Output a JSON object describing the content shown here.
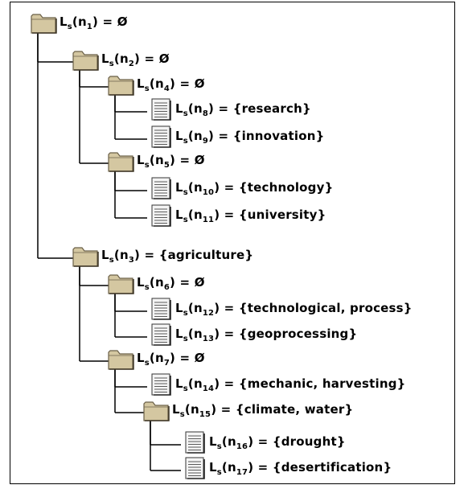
{
  "nodes": [
    {
      "id": "n1",
      "sub": "1",
      "value": "= Ø",
      "type": "folder",
      "depth": 0
    },
    {
      "id": "n2",
      "sub": "2",
      "value": "= Ø",
      "type": "folder",
      "depth": 1
    },
    {
      "id": "n4",
      "sub": "4",
      "value": "= Ø",
      "type": "folder",
      "depth": 2
    },
    {
      "id": "n8",
      "sub": "8",
      "value": "= {research}",
      "type": "document",
      "depth": 3
    },
    {
      "id": "n9",
      "sub": "9",
      "value": "= {innovation}",
      "type": "document",
      "depth": 3
    },
    {
      "id": "n5",
      "sub": "5",
      "value": "= Ø",
      "type": "folder",
      "depth": 2
    },
    {
      "id": "n10",
      "sub": "10",
      "value": "= {technology}",
      "type": "document",
      "depth": 3
    },
    {
      "id": "n11",
      "sub": "11",
      "value": "= {university}",
      "type": "document",
      "depth": 3
    },
    {
      "id": "n3",
      "sub": "3",
      "value": "= {agriculture}",
      "type": "folder",
      "depth": 1
    },
    {
      "id": "n6",
      "sub": "6",
      "value": "= Ø",
      "type": "folder",
      "depth": 2
    },
    {
      "id": "n12",
      "sub": "12",
      "value": "= {technological, process}",
      "type": "document",
      "depth": 3
    },
    {
      "id": "n13",
      "sub": "13",
      "value": "= {geoprocessing}",
      "type": "document",
      "depth": 3
    },
    {
      "id": "n7",
      "sub": "7",
      "value": "= Ø",
      "type": "folder",
      "depth": 2
    },
    {
      "id": "n14",
      "sub": "14",
      "value": "= {mechanic, harvesting}",
      "type": "document",
      "depth": 3
    },
    {
      "id": "n15",
      "sub": "15",
      "value": "= {climate, water}",
      "type": "folder",
      "depth": 3
    },
    {
      "id": "n16",
      "sub": "16",
      "value": "= {drought}",
      "type": "document",
      "depth": 4
    },
    {
      "id": "n17",
      "sub": "17",
      "value": "= {desertification}",
      "type": "document",
      "depth": 4
    }
  ],
  "label_prefix": {
    "main": "L",
    "sub_s": "s",
    "open": "(n",
    "close": ")"
  },
  "colors": {
    "folder_fill": "#d4c7a1",
    "folder_stroke": "#6b6048",
    "doc_fill": "#f4f4f4",
    "doc_lines": "#5a5a5a",
    "line": "#000000"
  }
}
